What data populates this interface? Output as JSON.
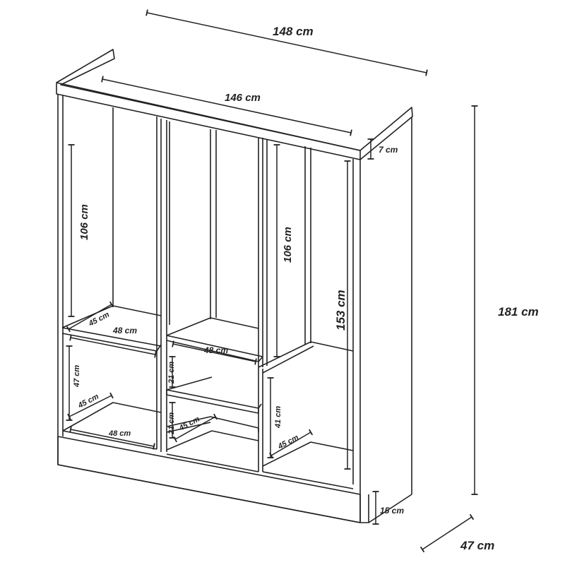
{
  "figure": {
    "overall_width": "148 cm",
    "inner_width": "146 cm",
    "top_height": "7 cm",
    "overall_height": "181 cm",
    "depth": "47 cm",
    "base_height": "15 cm",
    "left_hanging_height": "106 cm",
    "right_hanging_height": "106 cm",
    "tall_hanging_height": "153 cm",
    "left_shelf_depth": "45 cm",
    "left_shelf_width": "48 cm",
    "center_shelf_width": "48 cm",
    "left_lower_height": "47 cm",
    "left_lower_depth": "45 cm",
    "left_bottom_width": "48 cm",
    "center_drawer_top_height": "21 cm",
    "center_drawer_bottom_height": "21 cm",
    "center_bottom_depth": "45 cm",
    "right_lower_height": "41 cm",
    "right_lower_depth": "45 cm"
  },
  "colors": {
    "line": "#222222",
    "background": "#ffffff"
  }
}
